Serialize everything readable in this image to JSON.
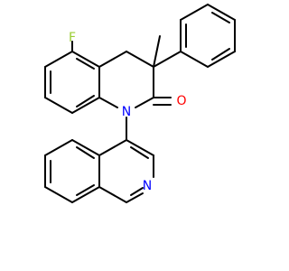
{
  "molecule": {
    "atom_labels": {
      "fluorine": {
        "text": "F",
        "color": "#9ACD32"
      },
      "oxygen": {
        "text": "O",
        "color": "#FF0000"
      },
      "ring_nitrogen": {
        "text": "N",
        "color": "#0000FF"
      },
      "quinoline_nitrogen": {
        "text": "N",
        "color": "#0000FF"
      }
    }
  }
}
